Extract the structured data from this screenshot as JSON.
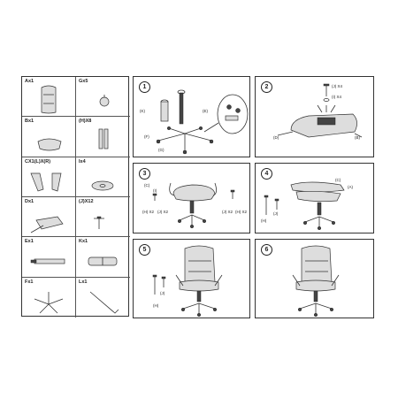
{
  "parts": [
    {
      "label": "Ax1",
      "icon": "backrest-icon"
    },
    {
      "label": "Gx5",
      "icon": "caster-icon"
    },
    {
      "label": "Bx1",
      "icon": "seat-cushion-icon"
    },
    {
      "label": "(H)X8",
      "icon": "washer-icon"
    },
    {
      "label": "CX1(L)X(R)",
      "icon": "armrest-icon"
    },
    {
      "label": "Ix4",
      "icon": "bolt-icon"
    },
    {
      "label": "Dx1",
      "icon": "tilt-mechanism-icon"
    },
    {
      "label": "(J)X12",
      "icon": "screw-icon"
    },
    {
      "label": "Ex1",
      "icon": "gas-lift-icon"
    },
    {
      "label": "Kx1",
      "icon": "cylinder-cover-icon"
    },
    {
      "label": "Fx1",
      "icon": "star-base-icon"
    },
    {
      "label": "Lx1",
      "icon": "allen-key-icon"
    }
  ],
  "steps": [
    {
      "number": "1",
      "tags": [
        "(K)",
        "(E)",
        "(F)",
        "(G)"
      ]
    },
    {
      "number": "2",
      "tags": [
        "(J) X4",
        "(I) X4",
        "(D)",
        "(B)"
      ]
    },
    {
      "number": "3",
      "tags": [
        "(C)",
        "(I)",
        "(H) X2",
        "(J) X2",
        "(J) X2",
        "(H) X2"
      ]
    },
    {
      "number": "4",
      "tags": [
        "(C)",
        "(A)",
        "(H)",
        "(J)"
      ]
    },
    {
      "number": "5",
      "tags": [
        "(J)",
        "(H)"
      ]
    },
    {
      "number": "6",
      "tags": []
    }
  ]
}
